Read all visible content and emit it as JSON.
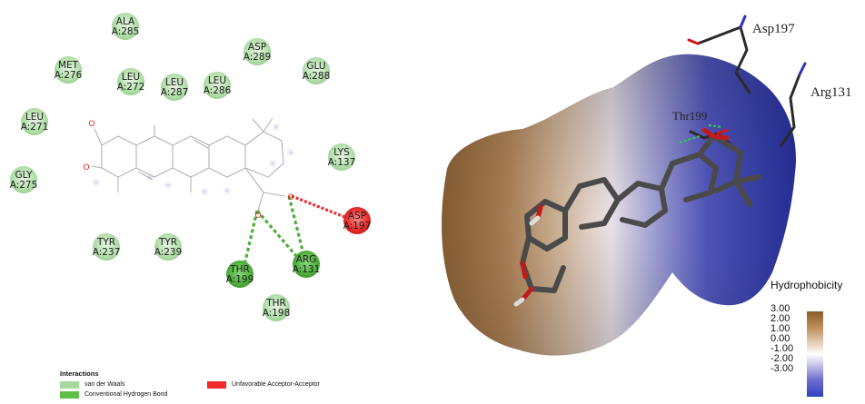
{
  "residues": [
    {
      "id": "ala285",
      "name": "ALA",
      "num": "A:285",
      "type": "vdw"
    },
    {
      "id": "met276",
      "name": "MET",
      "num": "A:276",
      "type": "vdw"
    },
    {
      "id": "leu272",
      "name": "LEU",
      "num": "A:272",
      "type": "vdw"
    },
    {
      "id": "leu287",
      "name": "LEU",
      "num": "A:287",
      "type": "vdw"
    },
    {
      "id": "leu286",
      "name": "LEU",
      "num": "A:286",
      "type": "vdw"
    },
    {
      "id": "asp289",
      "name": "ASP",
      "num": "A:289",
      "type": "vdw"
    },
    {
      "id": "glu288",
      "name": "GLU",
      "num": "A:288",
      "type": "vdw"
    },
    {
      "id": "leu271",
      "name": "LEU",
      "num": "A:271",
      "type": "vdw"
    },
    {
      "id": "lys137",
      "name": "LYS",
      "num": "A:137",
      "type": "vdw"
    },
    {
      "id": "gly275",
      "name": "GLY",
      "num": "A:275",
      "type": "vdw"
    },
    {
      "id": "asp197",
      "name": "ASP",
      "num": "A:197",
      "type": "unfavorable"
    },
    {
      "id": "tyr237",
      "name": "TYR",
      "num": "A:237",
      "type": "vdw"
    },
    {
      "id": "tyr239",
      "name": "TYR",
      "num": "A:239",
      "type": "vdw"
    },
    {
      "id": "thr199",
      "name": "THR",
      "num": "A:199",
      "type": "hbond"
    },
    {
      "id": "arg131",
      "name": "ARG",
      "num": "A:131",
      "type": "hbond"
    },
    {
      "id": "thr198",
      "name": "THR",
      "num": "A:198",
      "type": "vdw"
    }
  ],
  "legend": {
    "title": "Interactions",
    "items": [
      {
        "label": "van der Waals",
        "color": "#a6d8a0"
      },
      {
        "label": "Conventional Hydrogen Bond",
        "color": "#5fbf4a"
      },
      {
        "label": "Unfavorable Acceptor-Acceptor",
        "color": "#ee2a2a"
      }
    ]
  },
  "atom_labels": {
    "oxygen": "O"
  },
  "structure_labels": {
    "asp197": "Asp197",
    "arg131": "Arg131",
    "thr199": "Thr199"
  },
  "hydrophobicity": {
    "title": "Hydrophobicity",
    "scale": [
      "3.00",
      "2.00",
      "1.00",
      "0.00",
      "-1.00",
      "-2.00",
      "-3.00"
    ]
  },
  "colors": {
    "vdw": "#a6d8a0",
    "hbond": "#5fbf4a",
    "unfavorable": "#ee2a2a",
    "hbond_line": "#4caf3a",
    "unfav_line": "#e83030",
    "surface_hydrophobic": "#a77446",
    "surface_hydrophilic": "#3c48c8"
  }
}
